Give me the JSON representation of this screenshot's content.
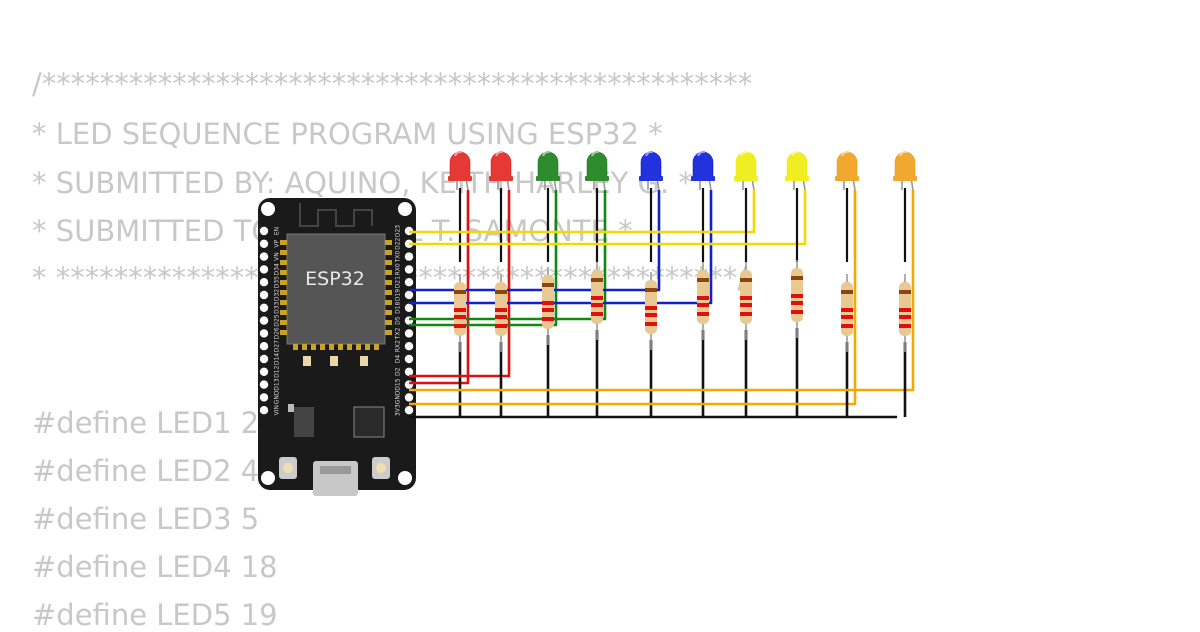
{
  "code": {
    "lines": [
      "/*************************************************",
      "* LED SEQUENCE PROGRAM USING ESP32 *",
      "* SUBMITTED BY: AQUINO, KEITH HARLEY G. *",
      "* SUBMITTED TO: MICHAEL T. SAMONTE *",
      "* ***********************************************/",
      "",
      "",
      "#define LED1 2",
      "#define LED2 4",
      "#define LED3 5",
      "#define LED4 18",
      "#define LED5 19"
    ]
  },
  "board": {
    "chip_label": "ESP32",
    "left_pins": [
      "EN",
      "VP",
      "VN",
      "D34",
      "D35",
      "D32",
      "D33",
      "D25",
      "D26",
      "D27",
      "D14",
      "D12",
      "D13",
      "GND",
      "VIN"
    ],
    "right_pins": [
      "D23",
      "D22",
      "TX0",
      "RX0",
      "D21",
      "D19",
      "D18",
      "D5",
      "TX2",
      "RX2",
      "D4",
      "D2",
      "D15",
      "GND",
      "3V3"
    ]
  },
  "leds": [
    {
      "color": "red",
      "hex": "#e53935"
    },
    {
      "color": "red",
      "hex": "#e53935"
    },
    {
      "color": "green",
      "hex": "#2e8b2e"
    },
    {
      "color": "green",
      "hex": "#2e8b2e"
    },
    {
      "color": "blue",
      "hex": "#2233dd"
    },
    {
      "color": "blue",
      "hex": "#2233dd"
    },
    {
      "color": "yellow",
      "hex": "#eeee22"
    },
    {
      "color": "yellow",
      "hex": "#eeee22"
    },
    {
      "color": "orange",
      "hex": "#f0a830"
    },
    {
      "color": "orange",
      "hex": "#f0a830"
    }
  ],
  "wires": {
    "red": "#e01010",
    "green": "#118811",
    "blue": "#1122cc",
    "yellow": "#f5d800",
    "orange": "#f5a800",
    "ground": "#111111"
  }
}
